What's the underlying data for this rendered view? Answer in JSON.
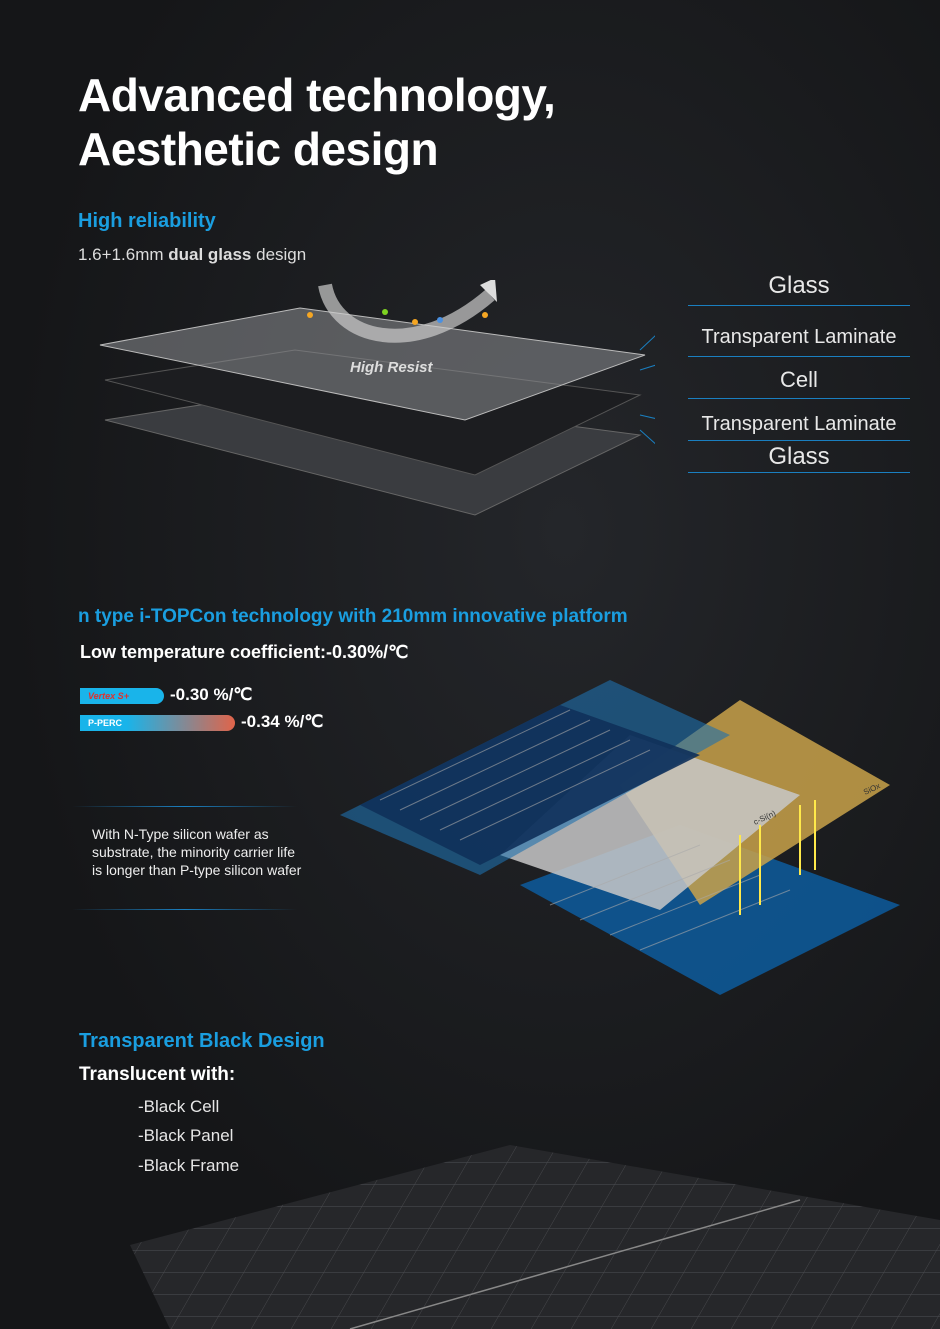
{
  "title_line1": "Advanced technology,",
  "title_line2": "Aesthetic design",
  "reliability": {
    "heading": "High reliability",
    "desc_pre": "1.6+1.6mm ",
    "desc_bold": "dual glass",
    "desc_post": " design",
    "resist_label": "High Resist",
    "layers": [
      "Glass",
      "Transparent Laminate",
      "Cell",
      "Transparent Laminate",
      "Glass"
    ]
  },
  "topcon": {
    "heading": "n type i-TOPCon technology with 210mm innovative platform",
    "subheading": "Low temperature coefficient:-0.30%/℃",
    "bars": [
      {
        "label": "Vertex S+",
        "value": "-0.30 %/℃"
      },
      {
        "label": "P-PERC",
        "value": "-0.34 %/℃"
      }
    ],
    "note": "With N-Type silicon wafer as substrate, the minority carrier life is longer than P-type silicon wafer",
    "diagram_labels": [
      "c-Si(n)",
      "SiOx"
    ]
  },
  "black": {
    "heading": "Transparent Black Design",
    "subheading": "Translucent with:",
    "items": [
      "-Black Cell",
      "-Black Panel",
      "-Black Frame"
    ]
  },
  "colors": {
    "accent": "#1a9ee0",
    "background": "#151618"
  }
}
